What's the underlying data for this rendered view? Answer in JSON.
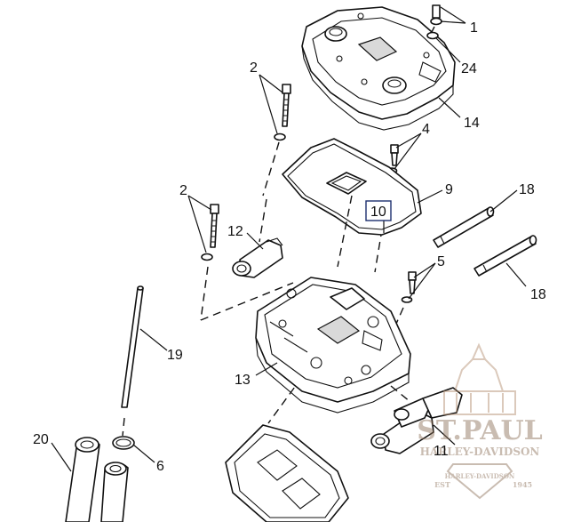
{
  "callouts": [
    {
      "id": "1",
      "label": "1"
    },
    {
      "id": "24",
      "label": "24"
    },
    {
      "id": "14",
      "label": "14"
    },
    {
      "id": "2a",
      "label": "2"
    },
    {
      "id": "4",
      "label": "4"
    },
    {
      "id": "9",
      "label": "9"
    },
    {
      "id": "10",
      "label": "10"
    },
    {
      "id": "18a",
      "label": "18"
    },
    {
      "id": "2b",
      "label": "2"
    },
    {
      "id": "12",
      "label": "12"
    },
    {
      "id": "5",
      "label": "5"
    },
    {
      "id": "18b",
      "label": "18"
    },
    {
      "id": "19",
      "label": "19"
    },
    {
      "id": "13",
      "label": "13"
    },
    {
      "id": "20",
      "label": "20"
    },
    {
      "id": "6",
      "label": "6"
    },
    {
      "id": "11",
      "label": "11"
    }
  ],
  "watermark": {
    "top": "ST.PAUL",
    "middle": "HARLEY-DAVIDSON",
    "badge": "HARLEY-DAVIDSON",
    "badge_left": "EST",
    "badge_right": "1945",
    "accent_color": "#b08a6a"
  },
  "colors": {
    "line": "#111111",
    "callout_box": "#1d2f6e"
  }
}
